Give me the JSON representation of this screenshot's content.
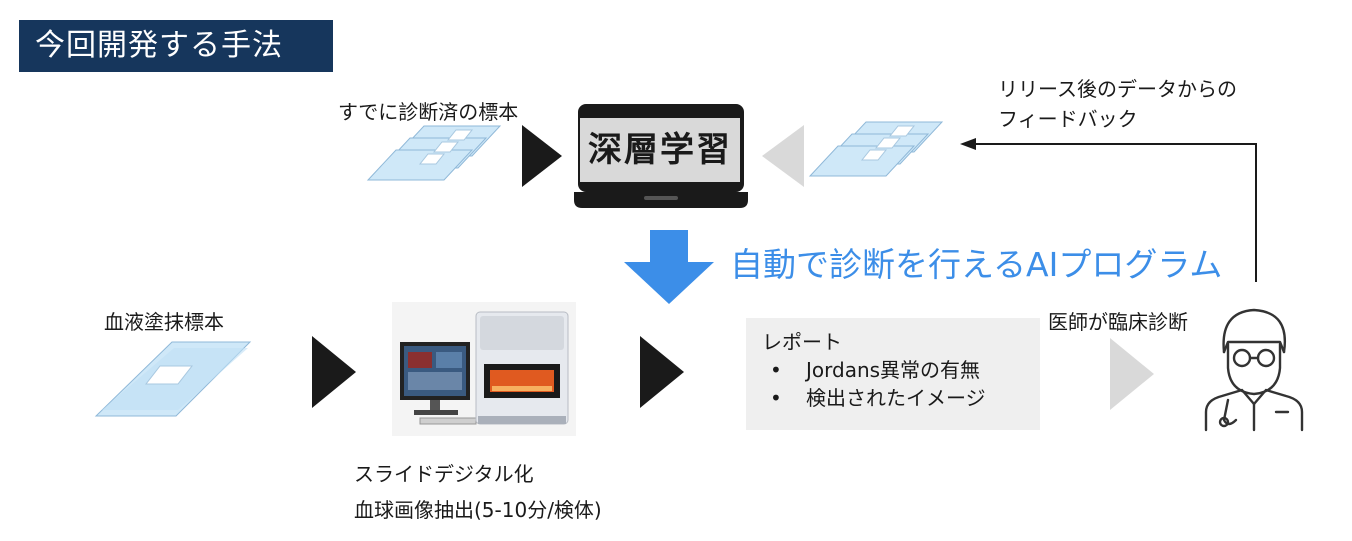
{
  "title": "今回開発する手法",
  "top": {
    "diagnosed_label": "すでに診断済の標本",
    "deep_learning": "深層学習",
    "feedback_line1": "リリース後のデータからの",
    "feedback_line2": "フィードバック"
  },
  "ai_program": "自動で診断を行えるAIプログラム",
  "bottom": {
    "blood_smear_label": "血液塗抹標本",
    "digitize_line1": "スライドデジタル化",
    "digitize_line2": "血球画像抽出(5-10分/検体)",
    "report_title": "レポート",
    "report_items": [
      "Jordans異常の有無",
      "検出されたイメージ"
    ],
    "doctor_label": "医師が臨床診断"
  },
  "colors": {
    "title_bg": "#16365c",
    "ai_blue": "#3c8ee8",
    "dark_arrow": "#1a1a1a",
    "light_arrow": "#d9d9d9",
    "slide_blue": "#bfe0f5"
  },
  "icons": [
    "laptop-icon",
    "slide-stack-icon",
    "blood-smear-slide-icon",
    "slide-scanner-icon",
    "doctor-icon"
  ]
}
